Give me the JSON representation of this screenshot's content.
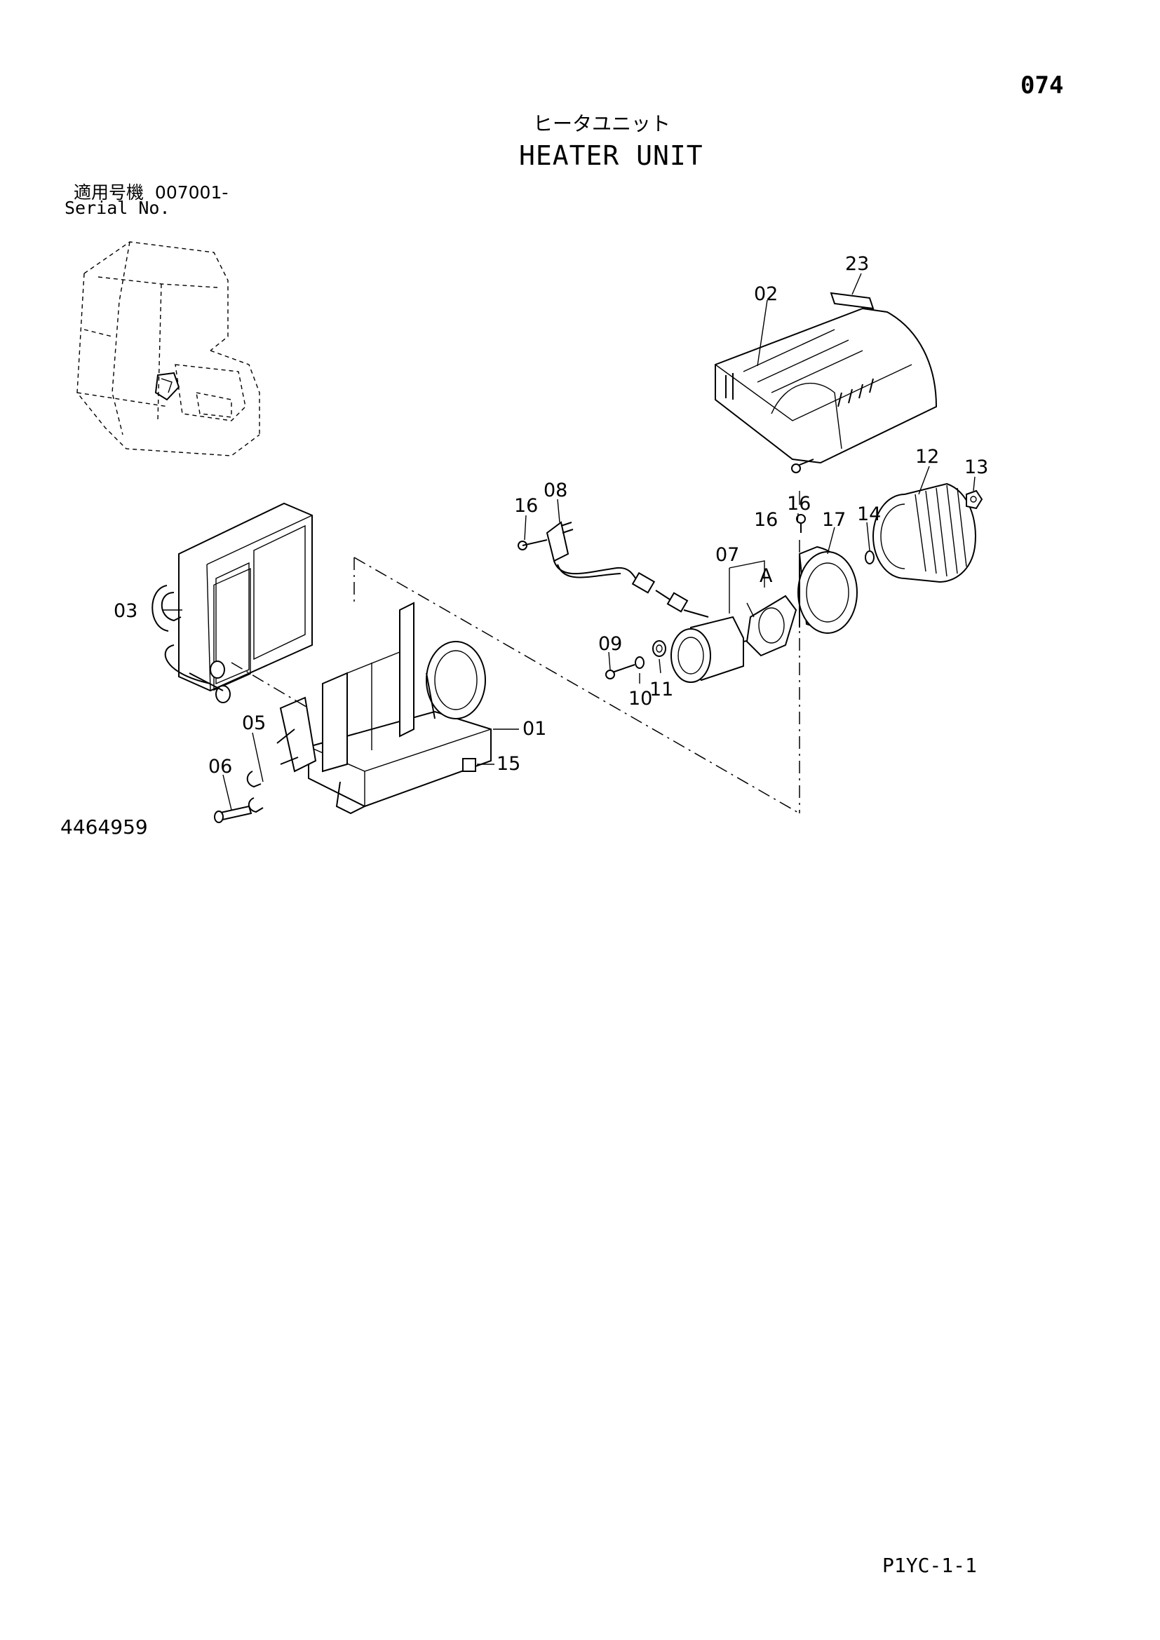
{
  "header": {
    "page_number": "074",
    "title_ja": "ヒータユニット",
    "title_en": "HEATER UNIT"
  },
  "serial": {
    "label_ja": "適用号機",
    "range": "007001-",
    "label_en": "Serial No."
  },
  "illustration_id": "4464959",
  "page_code": "P1YC-1-1",
  "callouts": [
    "01",
    "02",
    "03",
    "05",
    "06",
    "07",
    "08",
    "09",
    "10",
    "11",
    "12",
    "13",
    "14",
    "15",
    "16",
    "16",
    "16",
    "17",
    "23",
    "A"
  ]
}
